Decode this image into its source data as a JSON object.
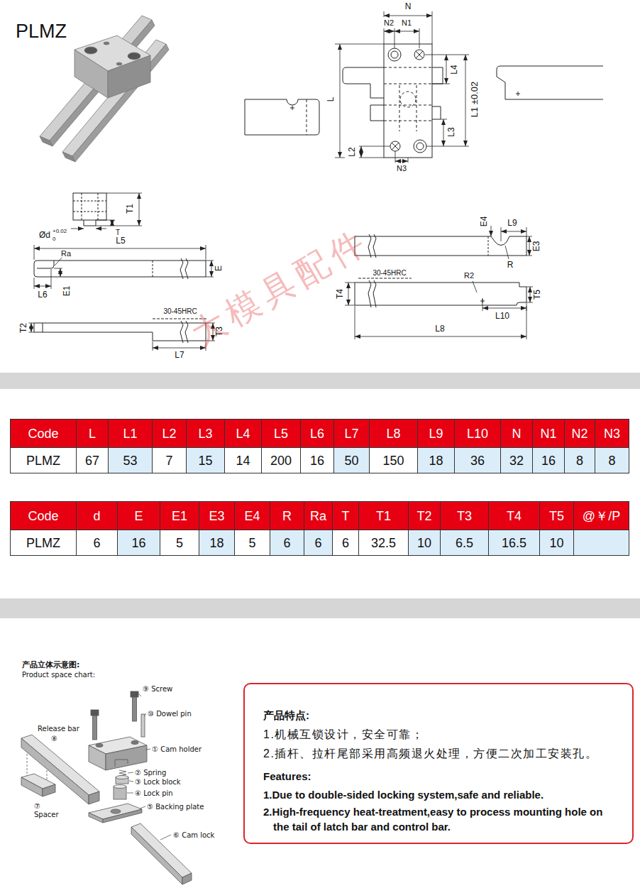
{
  "diagram": {
    "title": "PLMZ",
    "nodes": [
      {
        "text": [
          "产品特点:",
          "1.机械互锁设计，安全可靠；",
          "2.插杆、拉杆尾部采用高频退火处理，方便二次加工安装孔。",
          "Features:",
          "1.Due to double-sided locking system,safe and reliable.",
          "2.High-frequency heat-treatment,easy to process mounting hole on the tail of latch bar and control bar."
        ]
      }
    ],
    "labels": [
      "N",
      "N2",
      "N1",
      "L4",
      "L",
      "L1 ±0.02",
      "L3",
      "L2",
      "N3",
      "T1",
      "T",
      "Ød",
      "+0.02",
      "0",
      "L5",
      "Ra",
      "E",
      "L6",
      "E1",
      "30-45HRC",
      "T2",
      "L7",
      "T3",
      "E4",
      "L9",
      "E3",
      "R",
      "30-45HRC",
      "R2",
      "T4",
      "T5",
      "L10",
      "L8",
      "Code",
      "L",
      "L1",
      "L2",
      "L3",
      "L4",
      "L5",
      "L6",
      "L7",
      "L8",
      "L9",
      "L10",
      "N",
      "N1",
      "N2",
      "N3",
      "PLMZ",
      "67",
      "53",
      "7",
      "15",
      "14",
      "200",
      "16",
      "50",
      "150",
      "18",
      "36",
      "32",
      "16",
      "8",
      "8",
      "Code",
      "d",
      "E",
      "E1",
      "E3",
      "E4",
      "R",
      "Ra",
      "T",
      "T1",
      "T2",
      "T3",
      "T4",
      "T5",
      "@￥/P",
      "PLMZ",
      "6",
      "16",
      "5",
      "18",
      "5",
      "6",
      "6",
      "6",
      "32.5",
      "10",
      "6.5",
      "16.5",
      "10",
      "产品立体示意图:",
      "Product space chart:",
      "⑨ Screw",
      "⑩ Dowel pin",
      "Release bar",
      "⑧",
      "① Cam holder",
      "② Spring",
      "③ Lock block",
      "④ Lock pin",
      "⑤ Backing plate",
      "⑦",
      "Spacer",
      "⑥ Cam lock",
      "大模具配件"
    ]
  }
}
